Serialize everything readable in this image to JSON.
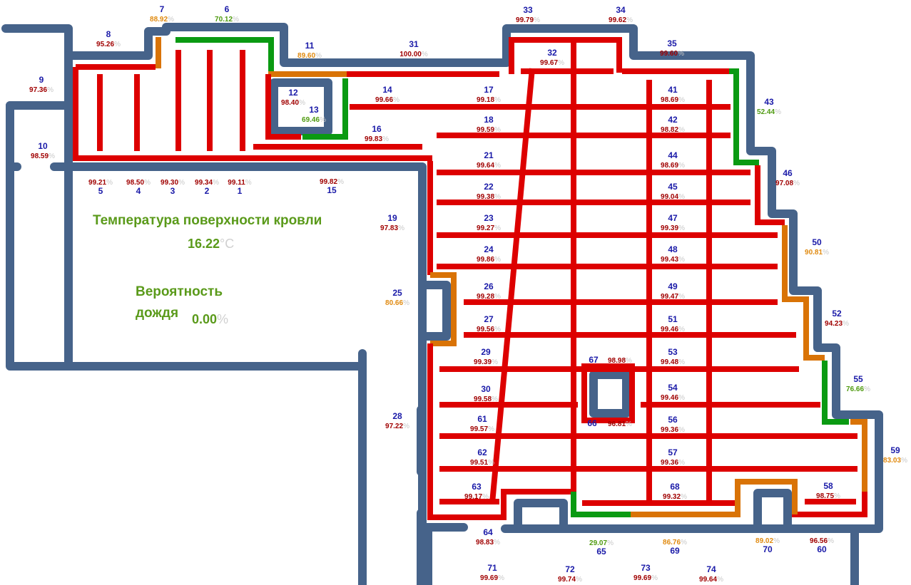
{
  "colors": {
    "wall": "#46638a",
    "red": "#dd0000",
    "orange": "#d97306",
    "green": "#0a9a12",
    "zone_number": "#1a1aa8",
    "value_red": "#a00000",
    "value_orange": "#e08a10",
    "value_green": "#4f9a10",
    "percent": "#c8c8c8",
    "title_green": "#5a9a1a"
  },
  "roof": {
    "title": "Температура поверхности кровли",
    "value": "16.22",
    "unit": "°C"
  },
  "rain": {
    "title_line1": "Вероятность",
    "title_line2": "дождя",
    "value": "0.00",
    "unit": "%"
  },
  "percent_sign": "%",
  "zones": [
    {
      "id": "1",
      "value": "99.11",
      "status": "red"
    },
    {
      "id": "2",
      "value": "99.34",
      "status": "red"
    },
    {
      "id": "3",
      "value": "99.30",
      "status": "red"
    },
    {
      "id": "4",
      "value": "98.50",
      "status": "red"
    },
    {
      "id": "5",
      "value": "99.21",
      "status": "red"
    },
    {
      "id": "6",
      "value": "70.12",
      "status": "green"
    },
    {
      "id": "7",
      "value": "88.92",
      "status": "orange"
    },
    {
      "id": "8",
      "value": "95.26",
      "status": "red"
    },
    {
      "id": "9",
      "value": "97.36",
      "status": "red"
    },
    {
      "id": "10",
      "value": "98.59",
      "status": "red"
    },
    {
      "id": "11",
      "value": "89.60",
      "status": "orange"
    },
    {
      "id": "12",
      "value": "98.40",
      "status": "red"
    },
    {
      "id": "13",
      "value": "69.46",
      "status": "green"
    },
    {
      "id": "14",
      "value": "99.66",
      "status": "red"
    },
    {
      "id": "15",
      "value": "99.82",
      "status": "red"
    },
    {
      "id": "16",
      "value": "99.83",
      "status": "red"
    },
    {
      "id": "17",
      "value": "99.18",
      "status": "red"
    },
    {
      "id": "18",
      "value": "99.59",
      "status": "red"
    },
    {
      "id": "19",
      "value": "97.83",
      "status": "red"
    },
    {
      "id": "21",
      "value": "99.64",
      "status": "red"
    },
    {
      "id": "22",
      "value": "99.38",
      "status": "red"
    },
    {
      "id": "23",
      "value": "99.27",
      "status": "red"
    },
    {
      "id": "24",
      "value": "99.86",
      "status": "red"
    },
    {
      "id": "25",
      "value": "80.66",
      "status": "orange"
    },
    {
      "id": "26",
      "value": "99.28",
      "status": "red"
    },
    {
      "id": "27",
      "value": "99.56",
      "status": "red"
    },
    {
      "id": "28",
      "value": "97.22",
      "status": "red"
    },
    {
      "id": "29",
      "value": "99.39",
      "status": "red"
    },
    {
      "id": "30",
      "value": "99.58",
      "status": "red"
    },
    {
      "id": "31",
      "value": "100.00",
      "status": "red"
    },
    {
      "id": "32",
      "value": "99.67",
      "status": "red"
    },
    {
      "id": "33",
      "value": "99.79",
      "status": "red"
    },
    {
      "id": "34",
      "value": "99.62",
      "status": "red"
    },
    {
      "id": "35",
      "value": "99.60",
      "status": "red"
    },
    {
      "id": "41",
      "value": "98.69",
      "status": "red"
    },
    {
      "id": "42",
      "value": "98.82",
      "status": "red"
    },
    {
      "id": "43",
      "value": "52.44",
      "status": "green"
    },
    {
      "id": "44",
      "value": "98.69",
      "status": "red"
    },
    {
      "id": "45",
      "value": "99.04",
      "status": "red"
    },
    {
      "id": "46",
      "value": "97.08",
      "status": "red"
    },
    {
      "id": "47",
      "value": "99.39",
      "status": "red"
    },
    {
      "id": "48",
      "value": "99.43",
      "status": "red"
    },
    {
      "id": "49",
      "value": "99.47",
      "status": "red"
    },
    {
      "id": "50",
      "value": "90.81",
      "status": "orange"
    },
    {
      "id": "51",
      "value": "99.46",
      "status": "red"
    },
    {
      "id": "52",
      "value": "94.23",
      "status": "red"
    },
    {
      "id": "53",
      "value": "99.48",
      "status": "red"
    },
    {
      "id": "54",
      "value": "99.46",
      "status": "red"
    },
    {
      "id": "55",
      "value": "76.66",
      "status": "green"
    },
    {
      "id": "56",
      "value": "99.36",
      "status": "red"
    },
    {
      "id": "57",
      "value": "99.36",
      "status": "red"
    },
    {
      "id": "58",
      "value": "98.75",
      "status": "red"
    },
    {
      "id": "59",
      "value": "83.03",
      "status": "orange"
    },
    {
      "id": "60",
      "value": "96.56",
      "status": "red"
    },
    {
      "id": "61",
      "value": "99.57",
      "status": "red"
    },
    {
      "id": "62",
      "value": "99.51",
      "status": "red"
    },
    {
      "id": "63",
      "value": "99.17",
      "status": "red"
    },
    {
      "id": "64",
      "value": "98.83",
      "status": "red"
    },
    {
      "id": "65",
      "value": "29.07",
      "status": "green"
    },
    {
      "id": "66",
      "value": "96.81",
      "status": "red"
    },
    {
      "id": "67",
      "value": "98.98",
      "status": "red"
    },
    {
      "id": "68",
      "value": "99.32",
      "status": "red"
    },
    {
      "id": "69",
      "value": "86.76",
      "status": "orange"
    },
    {
      "id": "70",
      "value": "89.02",
      "status": "orange"
    },
    {
      "id": "71",
      "value": "99.69",
      "status": "red"
    },
    {
      "id": "72",
      "value": "99.74",
      "status": "red"
    },
    {
      "id": "73",
      "value": "99.69",
      "status": "red"
    },
    {
      "id": "74",
      "value": "99.64",
      "status": "red"
    }
  ]
}
